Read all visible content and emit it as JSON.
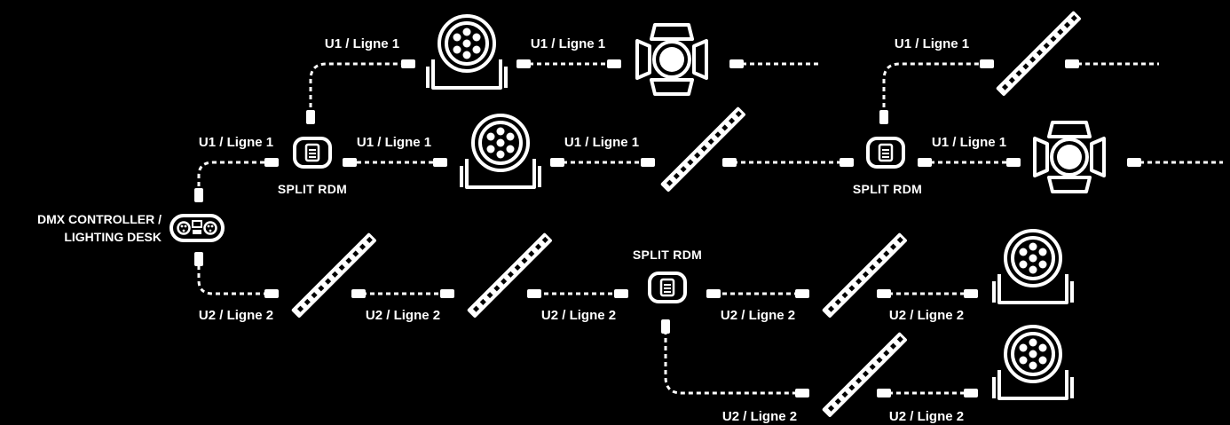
{
  "controller": {
    "label_line1": "DMX CONTROLLER /",
    "label_line2": "LIGHTING DESK",
    "icon": "dmx-controller-icon"
  },
  "splitters": {
    "split1": "SPLIT RDM",
    "split2": "SPLIT RDM",
    "split3": "SPLIT RDM"
  },
  "cable_labels": {
    "u1": "U1 / Ligne 1",
    "u2": "U2 / Ligne 2"
  },
  "fixture_icons": [
    "moving-head-icon",
    "fresnel-spot-icon",
    "led-bar-icon",
    "rdm-splitter-icon"
  ],
  "colors": {
    "background": "#000000",
    "foreground": "#ffffff"
  }
}
